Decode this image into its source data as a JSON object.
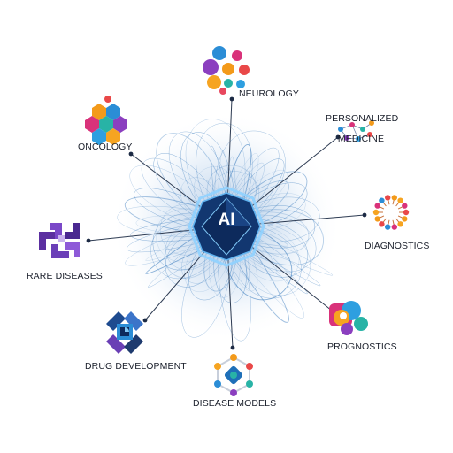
{
  "hub": {
    "label": "AI"
  },
  "nodes": [
    {
      "id": "neurology",
      "label": "NEUROLOGY",
      "icon": "colorful-bubbles-icon"
    },
    {
      "id": "personalized-medicine",
      "label_line1": "PERSONALIZED",
      "label_line2": "MEDICINE",
      "icon": "molecular-network-icon"
    },
    {
      "id": "diagnostics",
      "label": "DIAGNOSTICS",
      "icon": "dna-ring-icon"
    },
    {
      "id": "prognostics",
      "label": "PROGNOSTICS",
      "icon": "overlapping-circles-icon"
    },
    {
      "id": "disease-models",
      "label": "DISEASE MODELS",
      "icon": "hexagon-molecule-icon"
    },
    {
      "id": "drug-development",
      "label": "DRUG DEVELOPMENT",
      "icon": "pill-frame-icon"
    },
    {
      "id": "rare-diseases",
      "label": "RARE DISEASES",
      "icon": "interlocking-shapes-icon"
    },
    {
      "id": "oncology",
      "label": "ONCOLOGY",
      "icon": "hexagon-cluster-icon"
    }
  ],
  "colors": {
    "hub_dark": "#0d2a5c",
    "hub_glow": "#2a86d9",
    "filament": "#3f7fc0",
    "connector": "#2d3b52",
    "label": "#1a1f2b"
  }
}
